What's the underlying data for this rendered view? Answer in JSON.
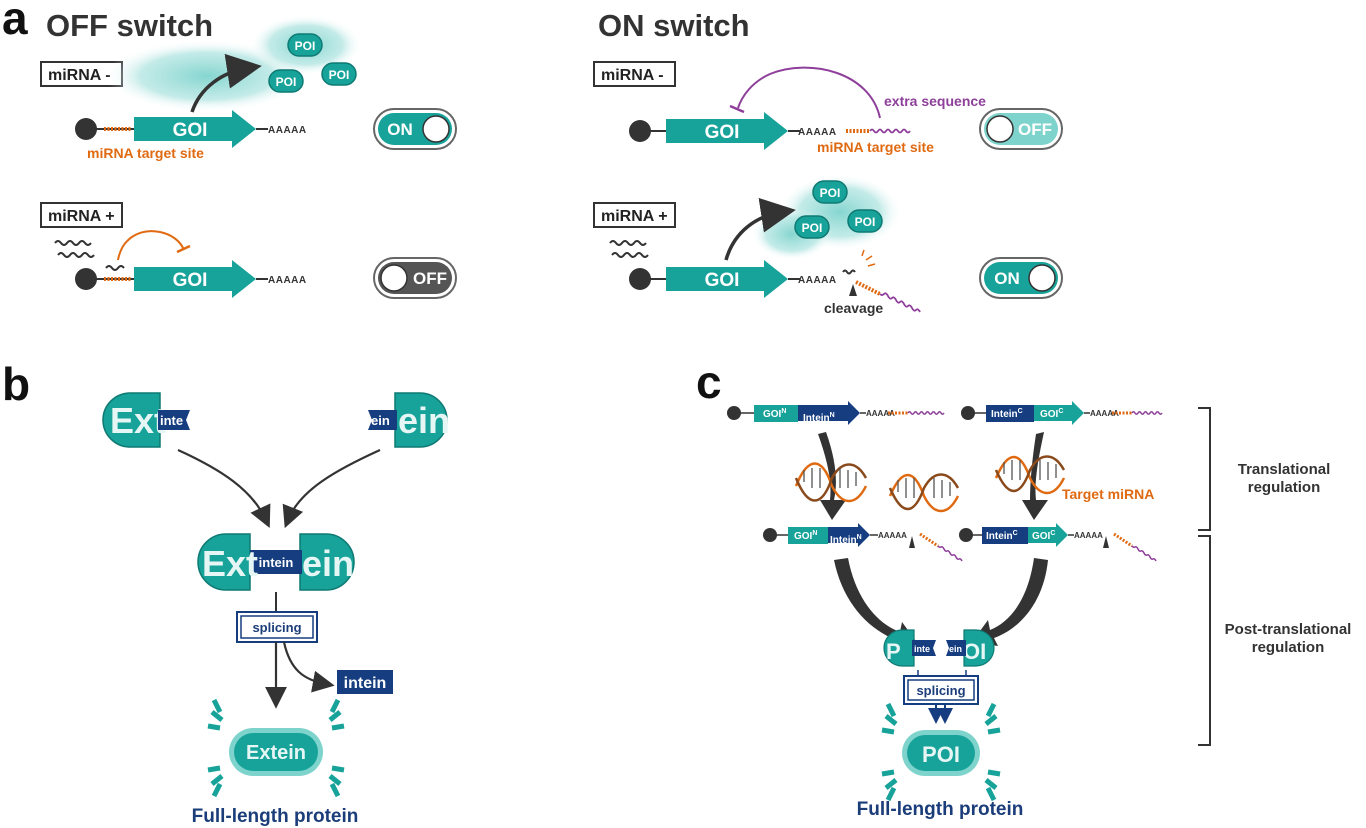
{
  "panels": {
    "a": {
      "letter": "a",
      "off_title": "OFF switch",
      "on_title": "ON switch",
      "mirna_minus": "miRNA -",
      "mirna_plus": "miRNA +",
      "goi": "GOI",
      "polya": "AAAAA",
      "target_site": "miRNA target site",
      "extra_sequence": "extra sequence",
      "cleavage": "cleavage",
      "poi": "POI",
      "switch_on": "ON",
      "switch_off": "OFF"
    },
    "b": {
      "letter": "b",
      "ext": "Ext",
      "ein": "ein",
      "inte_fragment": "inte",
      "ein_fragment": "ein",
      "intein": "intein",
      "splicing": "splicing",
      "intein_free": "intein",
      "extein": "Extein",
      "full_length": "Full-length protein"
    },
    "c": {
      "letter": "c",
      "goi": "GOI",
      "intein": "Intein",
      "sup_n": "N",
      "sup_c": "C",
      "polya": "AAAAA",
      "target_mirna": "Target miRNA",
      "translational": [
        "Translational",
        "regulation"
      ],
      "post_translational": [
        "Post-translational",
        "regulation"
      ],
      "p_fragment": "P",
      "oi_fragment": "OI",
      "inte_fragment": "inte",
      "ein_fragment": "ein",
      "splicing": "splicing",
      "poi": "POI",
      "full_length": "Full-length protein"
    }
  },
  "colors": {
    "teal": "#18a39a",
    "teal_glow": "#9fdcd8",
    "navy": "#163d80",
    "orange": "#e06a12",
    "purple": "#8e3f9a",
    "dark": "#333333"
  }
}
